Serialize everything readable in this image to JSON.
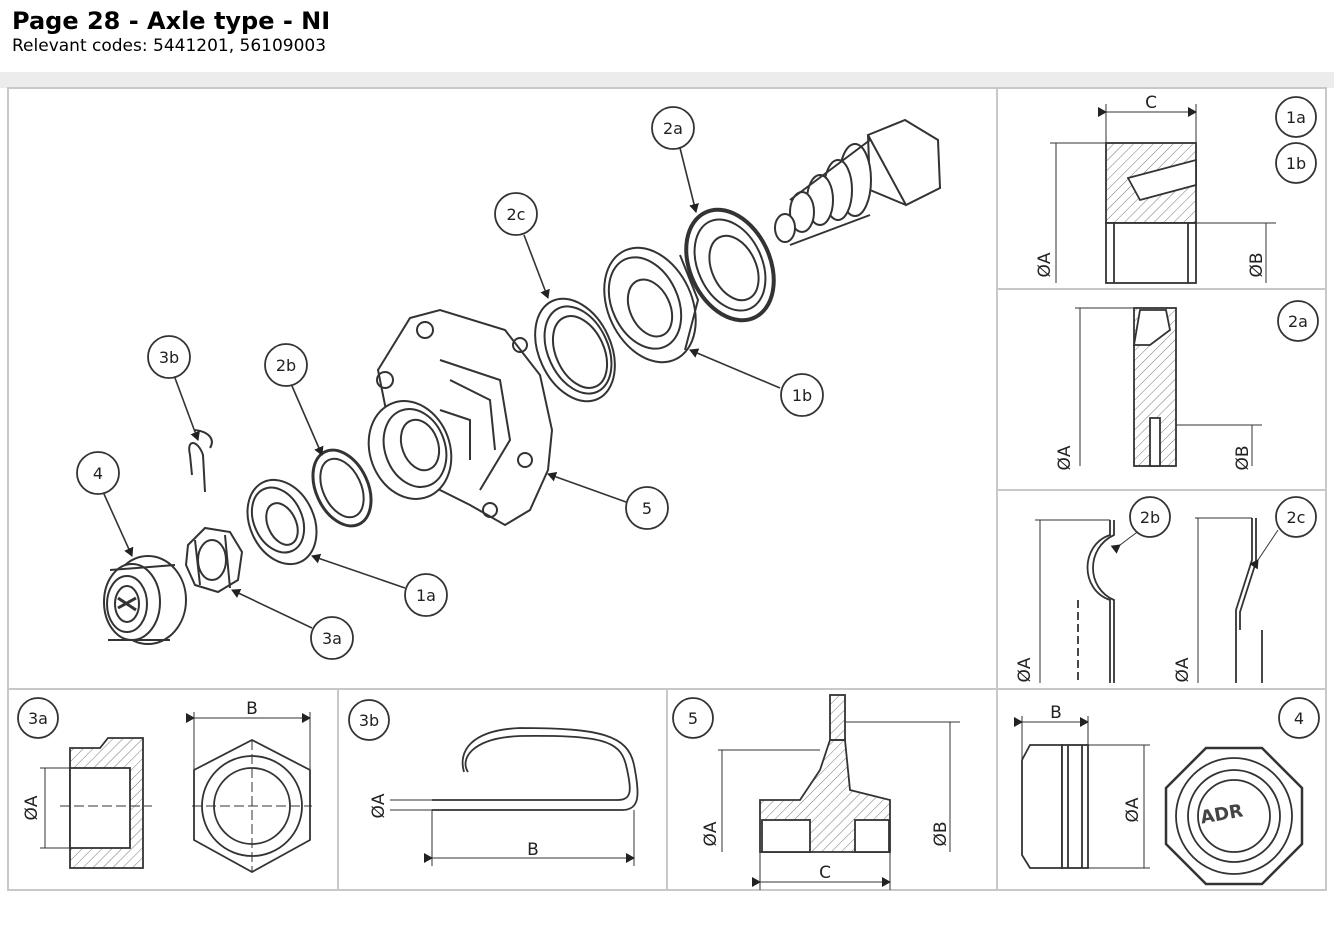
{
  "header": {
    "title": "Page 28 - Axle type - NI",
    "subtitle": "Relevant codes: 5441201, 56109003"
  },
  "main": {
    "callouts": [
      "2a",
      "2c",
      "3b",
      "2b",
      "4",
      "1b",
      "5",
      "1a",
      "3a"
    ]
  },
  "panels": {
    "p1": {
      "tags": [
        "1a",
        "1b"
      ],
      "dims": [
        "C",
        "ØA",
        "ØB"
      ]
    },
    "p2": {
      "tags": [
        "2a"
      ],
      "dims": [
        "ØA",
        "ØB"
      ]
    },
    "p3": {
      "tags": [
        "2b",
        "2c"
      ],
      "dims": [
        "ØA",
        "ØA"
      ]
    },
    "b1": {
      "tag": "3a",
      "dims": [
        "ØA",
        "B"
      ]
    },
    "b2": {
      "tag": "3b",
      "dims": [
        "ØA",
        "B"
      ]
    },
    "b3": {
      "tag": "5",
      "dims": [
        "ØA",
        "ØB",
        "C"
      ]
    },
    "b4": {
      "tag": "4",
      "dims": [
        "B",
        "ØA"
      ],
      "logo": "ADR"
    }
  }
}
